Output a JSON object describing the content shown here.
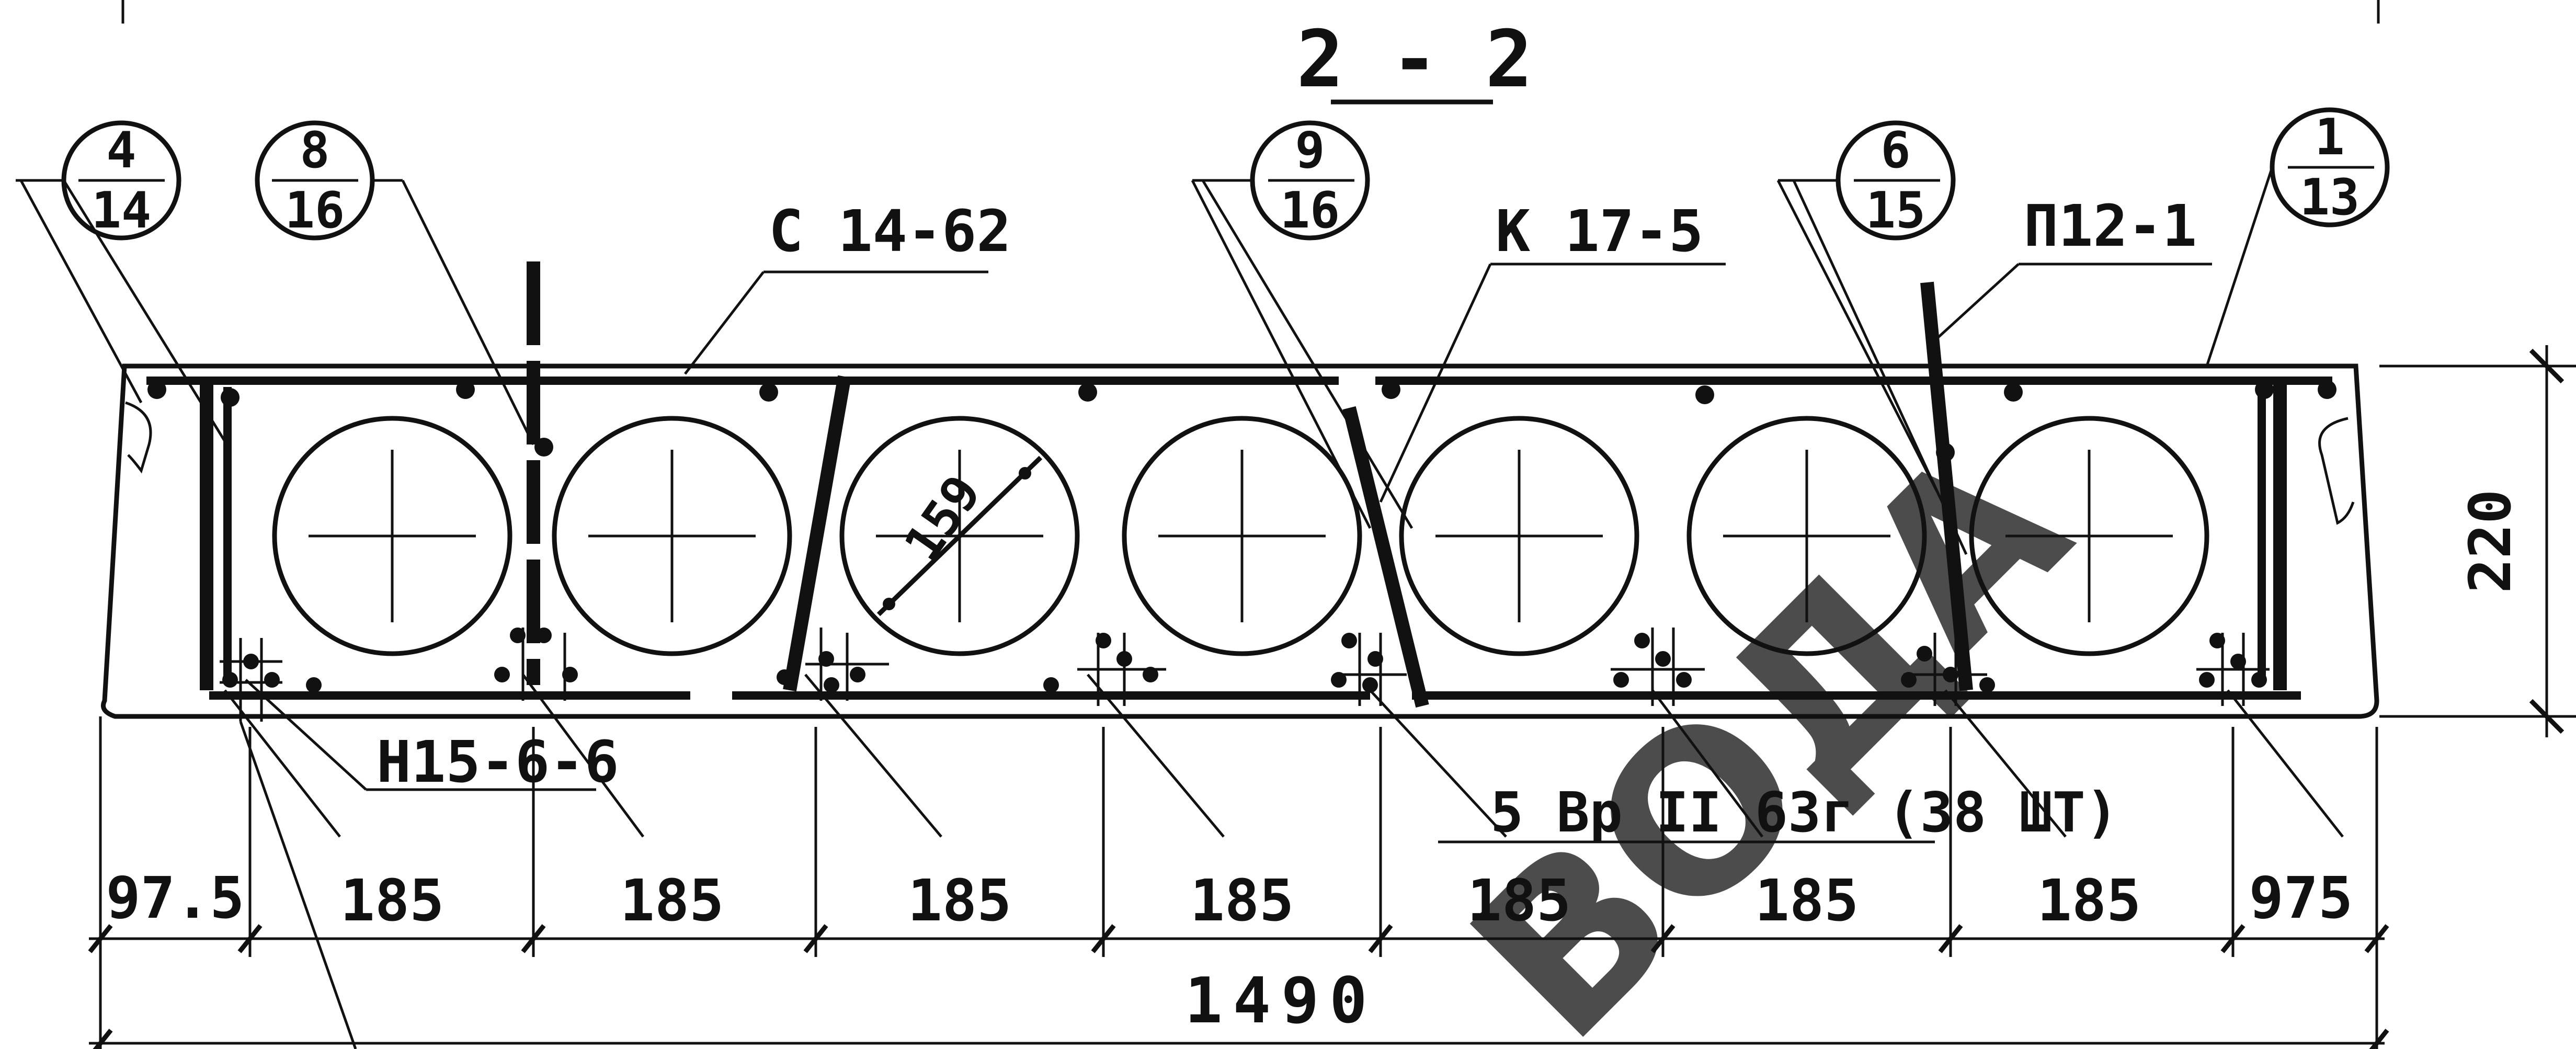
{
  "section_title": "2 - 2",
  "callouts": [
    {
      "id": "callout-4-14",
      "top": "4",
      "bottom": "14"
    },
    {
      "id": "callout-8-16",
      "top": "8",
      "bottom": "16"
    },
    {
      "id": "callout-9-16",
      "top": "9",
      "bottom": "16"
    },
    {
      "id": "callout-6-15",
      "top": "6",
      "bottom": "15"
    },
    {
      "id": "callout-1-13",
      "top": "1",
      "bottom": "13"
    }
  ],
  "labels": {
    "mesh_top": "C 14-62",
    "frame_k": "K 17-5",
    "loop_p": "П12-1",
    "mesh_bottom": "Н15-6-6",
    "wire_spec": "5 Вр II 63г (38 ШТ)",
    "void_diameter": "159",
    "height": "220"
  },
  "bottom_dims": [
    "97.5",
    "185",
    "185",
    "185",
    "185",
    "185",
    "185",
    "185",
    "975"
  ],
  "overall_length": "1490",
  "watermark": {
    "text": "ВОДА",
    "color": "#7fa3c4"
  },
  "colors": {
    "ink": "#111111",
    "paper": "#ffffff"
  }
}
